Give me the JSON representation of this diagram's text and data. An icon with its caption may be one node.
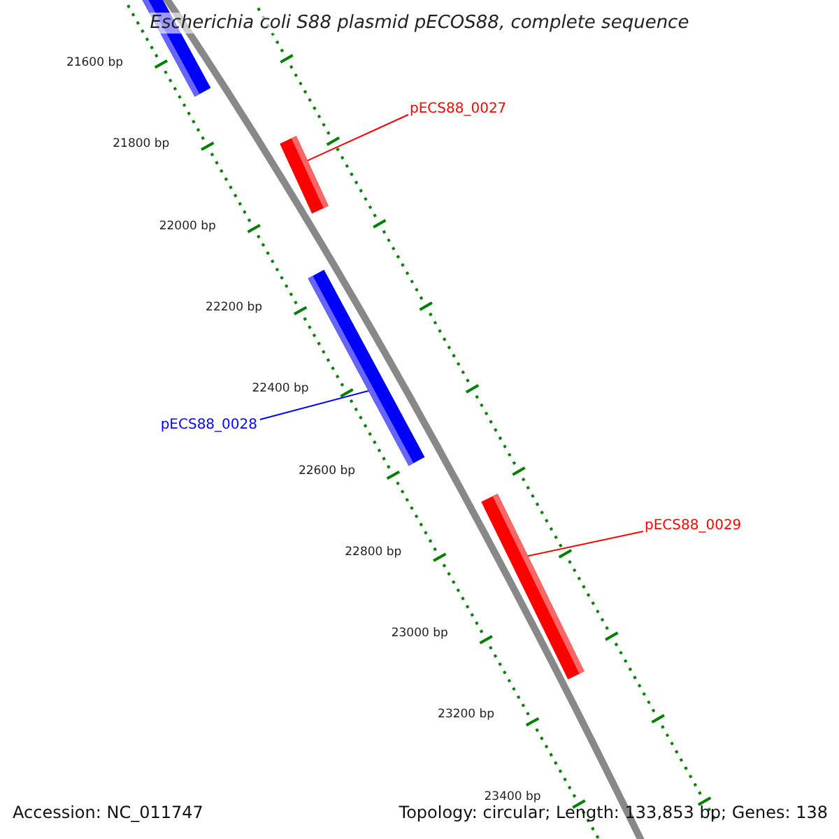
{
  "diagram": {
    "title": "Escherichia coli S88 plasmid pECOS88, complete sequence",
    "nodes": [
      {
        "text": [],
        "shape": "bar"
      },
      {
        "text": [
          "pECS88_0027"
        ]
      },
      {
        "text": [],
        "shape": "bar"
      },
      {
        "text": [],
        "shape": "bar"
      },
      {
        "text": [
          "pECS88_0028"
        ]
      },
      {
        "text": [],
        "shape": "bar"
      },
      {
        "text": [
          "pECS88_0029"
        ]
      }
    ],
    "edges": [
      {
        "from": 1,
        "to": 2,
        "arrow": "none",
        "color": "#ff0000"
      },
      {
        "from": 4,
        "to": 3,
        "arrow": "none",
        "color": "#0000ff"
      },
      {
        "from": 6,
        "to": 5,
        "arrow": "none",
        "color": "#ff0000"
      }
    ],
    "labels": [
      "21600 bp",
      "21800 bp",
      "22000 bp",
      "22200 bp",
      "22400 bp",
      "22600 bp",
      "22800 bp",
      "23000 bp",
      "23200 bp",
      "23400 bp",
      "Accession: NC_011747",
      "Topology: circular; Length: 133,853 bp; Genes: 138"
    ]
  }
}
